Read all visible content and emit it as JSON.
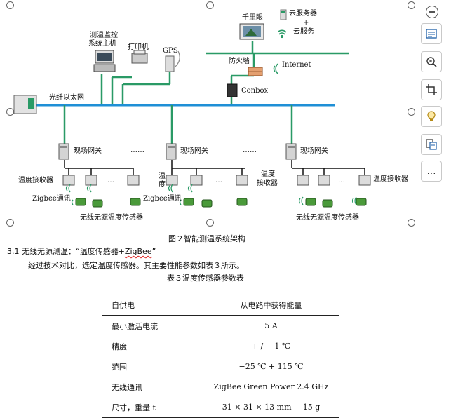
{
  "diagram": {
    "labels": {
      "qianliyan": "千里眼",
      "cloud_server": "云服务器",
      "plus": "+",
      "cloud_service": "云服务",
      "monitor_host_line1": "测温监控",
      "monitor_host_line2": "系统主机",
      "printer": "打印机",
      "gps": "GPS",
      "firewall": "防火墙",
      "internet": "Internet",
      "fiber_ethernet": "光纤以太网",
      "conbox": "Conbox",
      "gateway_1": "现场网关",
      "gateway_2": "现场网关",
      "gateway_3": "现场网关",
      "ellipsis_1": "……",
      "ellipsis_2": "……",
      "receiver_1": "温度接收器",
      "receiver_2_line1": "温",
      "receiver_2_line2": "度",
      "receiver_3_line1": "温度",
      "receiver_3_line2": "接收器",
      "receiver_4": "温度接收器",
      "dots_1": "…",
      "dots_2": "…",
      "dots_3": "…",
      "zigbee_1": "Zigbee通讯",
      "zigbee_2": "Zigbee通讯",
      "wireless_sensor_1": "无线无源温度传感器",
      "wireless_sensor_2": "无线无源温度传感器"
    },
    "colors": {
      "ethernet": "#1f8fd6",
      "branch": "#2a9a66",
      "device": "#c4c4c4",
      "sensor": "#4a9a3a"
    }
  },
  "document": {
    "figure_caption": "图２智能测温系统架构",
    "section_heading_prefix": "3.1 无线无源测温：“温度传感器+",
    "section_heading_flagged": "ZigBee",
    "section_heading_suffix": "”",
    "body_text": "经过技术对比，选定温度传感器。其主要性能参数如表３所示。",
    "table_caption": "表３温度传感器参数表",
    "table": {
      "headers": [
        "自供电",
        "从电路中获得能量"
      ],
      "rows": [
        [
          "最小激活电流",
          "5 A"
        ],
        [
          "精度",
          "+ / − 1 ℃"
        ],
        [
          "范围",
          "−25 ℃ + 115 ℃"
        ],
        [
          "无线通讯",
          "ZigBee Green Power 2.4 GHz"
        ],
        [
          "尺寸，重量 t",
          "31 × 31 × 13 mm − 15 g"
        ]
      ]
    }
  },
  "toolbar": {
    "buttons": [
      "collapse-icon",
      "layout-options-icon",
      "zoom-icon",
      "crop-icon",
      "idea-icon",
      "picture-translate-icon",
      "more-icon"
    ],
    "more_label": "…"
  }
}
